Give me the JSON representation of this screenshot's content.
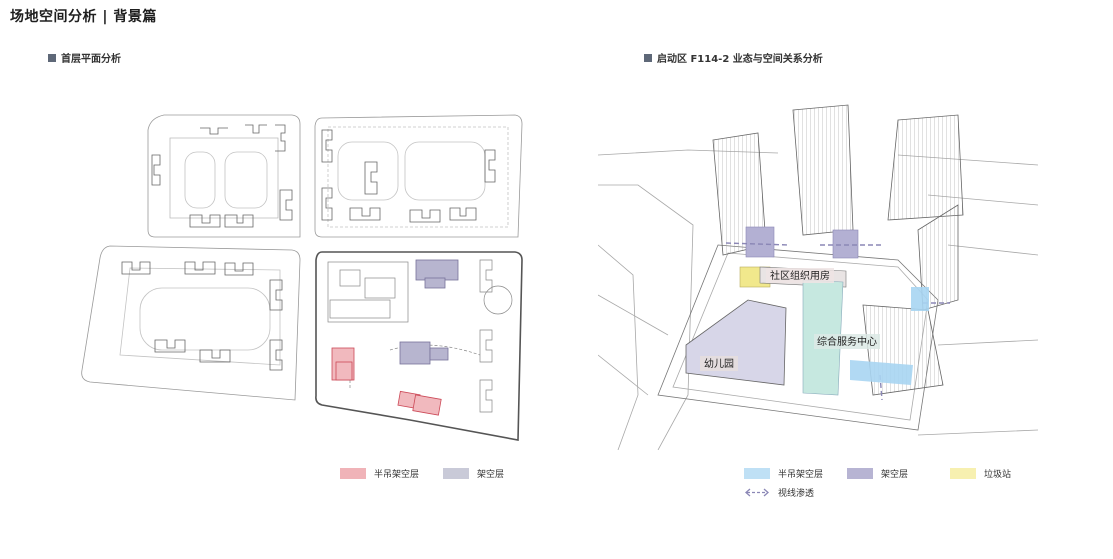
{
  "page_title": "场地空间分析 | 背景篇",
  "left": {
    "heading": "首层平面分析",
    "legend": [
      {
        "label": "半吊架空层",
        "color": "#f0b3b8"
      },
      {
        "label": "架空层",
        "color": "#c9cad8"
      }
    ]
  },
  "right": {
    "heading": "启动区 F114-2 业态与空间关系分析",
    "labels": {
      "community": "社区组织用房",
      "service": "综合服务中心",
      "kindergarten": "幼儿园"
    },
    "legend": [
      {
        "label": "半吊架空层",
        "color": "#bfe0f5"
      },
      {
        "label": "架空层",
        "color": "#b7b4d3"
      },
      {
        "label": "垃圾站",
        "color": "#f7f0b0"
      }
    ],
    "legend_arrow_label": "视线渗透"
  },
  "colors": {
    "red_hatch": "#d9606e",
    "purple": "#8a86b3",
    "blue": "#a8d5f2",
    "yellow": "#efe89a",
    "green": "#c7e9e2",
    "line": "#8c8c8c"
  }
}
